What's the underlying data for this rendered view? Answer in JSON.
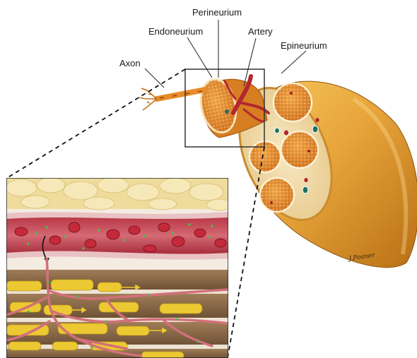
{
  "labels": {
    "perineurium": "Perineurium",
    "endoneurium": "Endoneurium",
    "artery": "Artery",
    "epineurium": "Epineurium",
    "axon": "Axon"
  },
  "signature": "J.Posner",
  "colors": {
    "epineurium": "#e8a93a",
    "fascicle": "#e7912f",
    "vessel_red": "#b8263a",
    "vessel_wall": "#d98a8f",
    "blood_plasma": "#c95362",
    "fat": "#f1dfa6",
    "axon_yellow": "#ecc932",
    "connective_brown": "#8b6a46",
    "marker_green": "#3fc24a"
  }
}
